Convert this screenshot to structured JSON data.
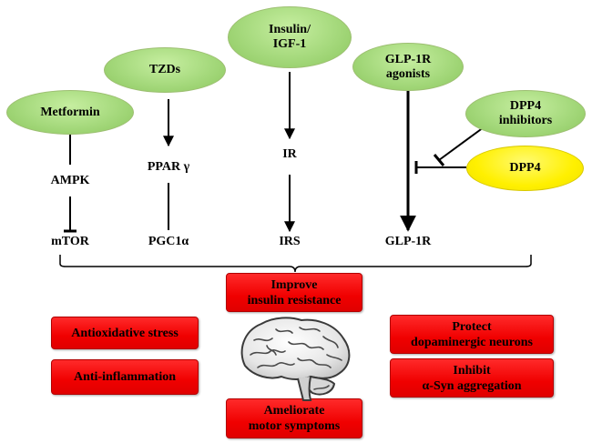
{
  "drugs": {
    "metformin": "Metformin",
    "tzds": "TZDs",
    "insulin": "Insulin/\nIGF-1",
    "glp1r_agonists": "GLP-1R\nagonists",
    "dpp4_inhibitors": "DPP4\ninhibitors",
    "dpp4": "DPP4"
  },
  "targets": {
    "ampk": "AMPK",
    "ppar": "PPAR γ",
    "ir": "IR"
  },
  "effectors": {
    "mtor": "mTOR",
    "pgc1a": "PGC1α",
    "irs": "IRS",
    "glp1r": "GLP-1R"
  },
  "outcomes": {
    "improve_insulin": "Improve\ninsulin resistance",
    "antioxidative": "Antioxidative stress",
    "anti_inflammation": "Anti-inflammation",
    "protect_neurons": "Protect\ndopaminergic neurons",
    "inhibit_syn": "Inhibit\nα-Syn aggregation",
    "ameliorate_motor": "Ameliorate\nmotor symptoms"
  },
  "colors": {
    "oval_green": "#a5d97c",
    "oval_yellow": "#fff000",
    "box_red": "#f00000",
    "line": "#000000"
  }
}
